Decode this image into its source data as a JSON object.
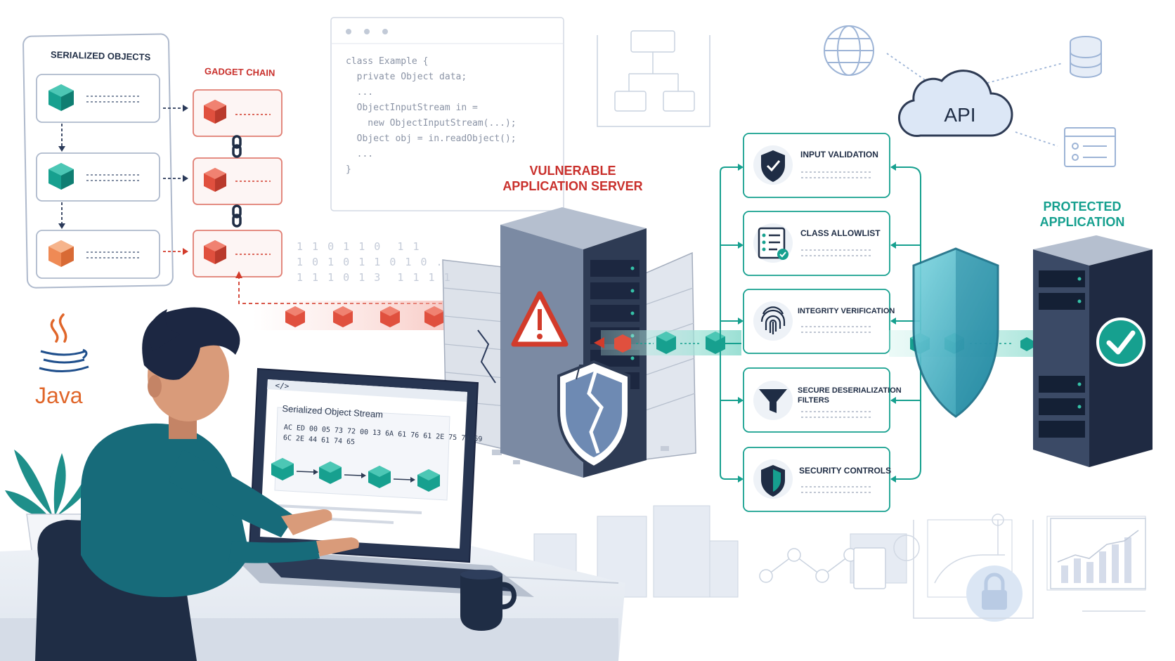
{
  "colors": {
    "navy": "#1f2d45",
    "teal": "#16a08f",
    "red": "#c9302c",
    "gadget_red": "#e0503e",
    "java_orange": "#e0662a",
    "line_gray": "#b8c2d2",
    "panel_border": "#aeb9cc"
  },
  "serialized_objects": {
    "title": "SERIALIZED OBJECTS"
  },
  "gadget_chain": {
    "title": "GADGET CHAIN"
  },
  "code_snippet": {
    "lines": [
      "class Example {",
      "  private Object data;",
      "  ...",
      "  ObjectInputStream in =",
      "    new ObjectInputStream(...);",
      "  Object obj = in.readObject();",
      "  ...",
      "}"
    ]
  },
  "binary_rows": [
    "1 1 0 1 1 0  1 1",
    "1 0 1 0 1 1 0 1 0 .",
    "1 1 1 0 1 3  1 1 1 1"
  ],
  "vulnerable_server": {
    "line1": "VULNERABLE",
    "line2": "APPLICATION SERVER"
  },
  "laptop": {
    "code_tag": "</>",
    "stream_title": "Serialized Object Stream",
    "hex_line1": "AC ED 00 05 73 72 00 13 6A 61 76 61 2E 75 74 69",
    "hex_line2": "6C 2E 44 61 74 65"
  },
  "java_logo": {
    "text": "Java"
  },
  "controls": [
    {
      "label": "INPUT VALIDATION",
      "icon": "shield-check-icon"
    },
    {
      "label": "CLASS ALLOWLIST",
      "icon": "checklist-icon"
    },
    {
      "label": "INTEGRITY VERIFICATION",
      "icon": "fingerprint-icon"
    },
    {
      "label": "SECURE DESERIALIZATION\nFILTERS",
      "icon": "funnel-icon"
    },
    {
      "label": "SECURITY CONTROLS",
      "icon": "shield-icon"
    }
  ],
  "cloud": {
    "label": "API"
  },
  "protected_app": {
    "line1": "PROTECTED",
    "line2": "APPLICATION"
  }
}
